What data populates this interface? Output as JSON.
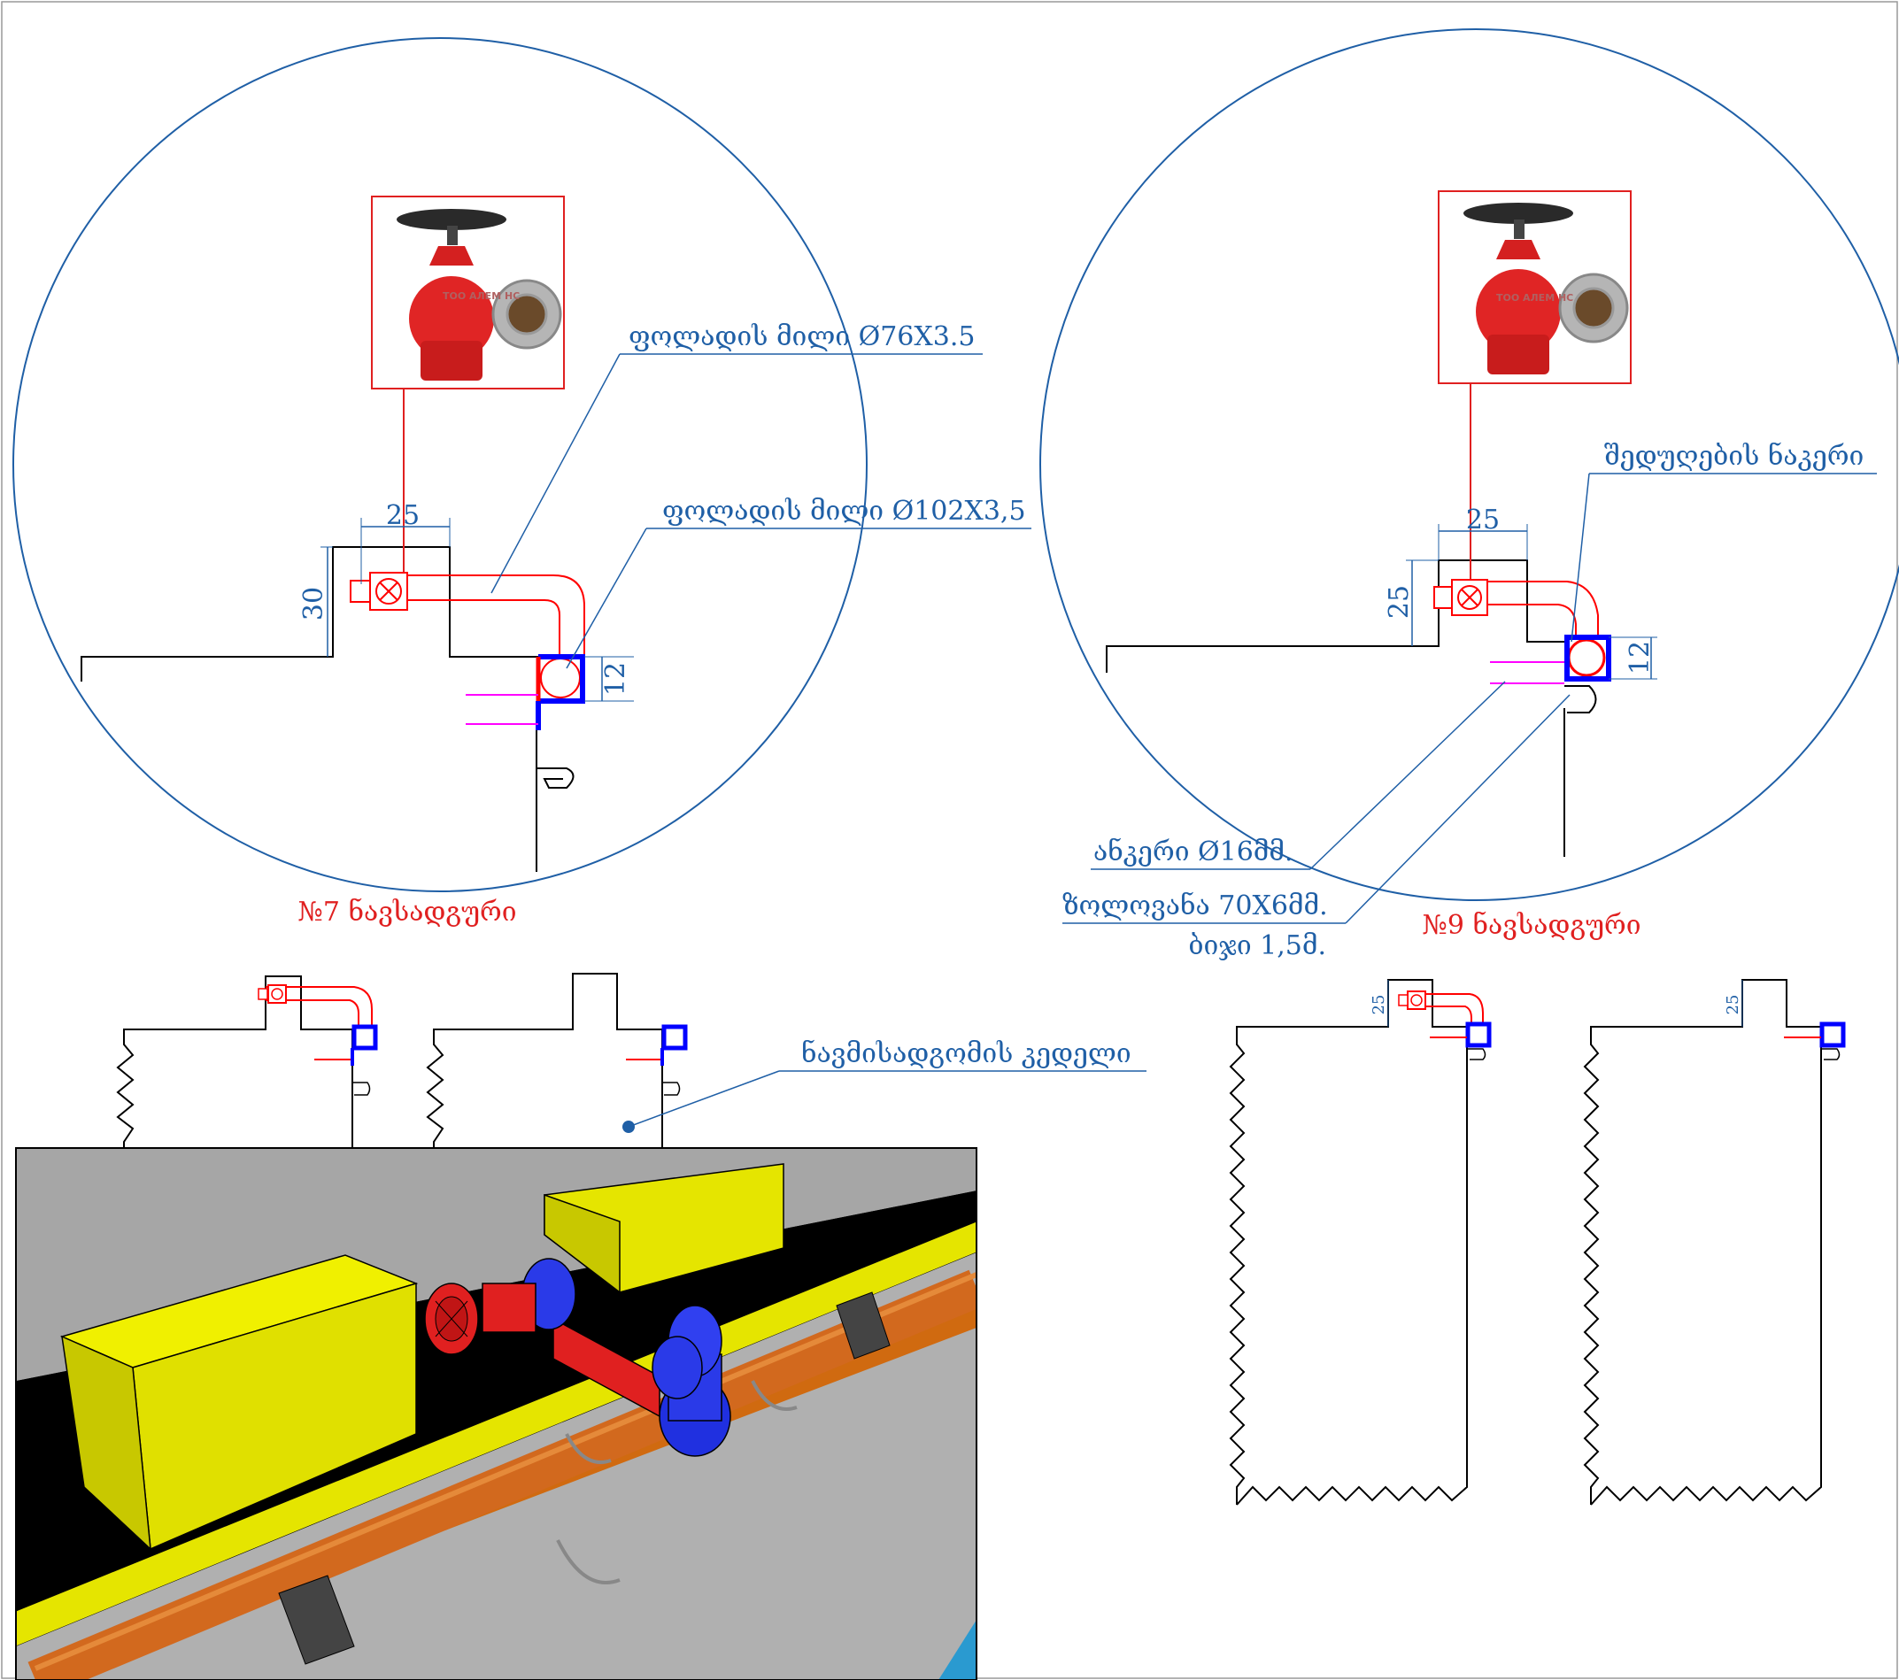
{
  "labels": {
    "pipe76": "ფოლადის მილი Ø76X3.5",
    "pipe102": "ფოლადის მილი Ø102X3,5",
    "weld": "შედუღების ნაკერი",
    "anchor": "ანკერი Ø16მმ.",
    "strip": "ზოლოვანა 70X6მმ.",
    "step": "ბიჯი 1,5მ.",
    "wall": "ნავმისადგომის კედელი",
    "pier7": "№7 ნავსადგური",
    "pier9": "№9 ნავსადგური",
    "valve_marking": "ТОО АЛЕМ НС"
  },
  "dimensions": {
    "d1_width": "25",
    "d1_height": "30",
    "d1_pipe": "12",
    "d2_width": "25",
    "d2_height": "25",
    "d2_pipe": "12",
    "s3_height": "25",
    "s4_height": "25"
  },
  "colors": {
    "outline": "#000000",
    "leader": "#1f5fa6",
    "pipe": "#ff0000",
    "bracket": "#0000ff",
    "anchor_line": "#ff00ff",
    "concrete": "#a9a9a9",
    "yellow": "#e8e800",
    "orange_pipe": "#d2691e"
  }
}
